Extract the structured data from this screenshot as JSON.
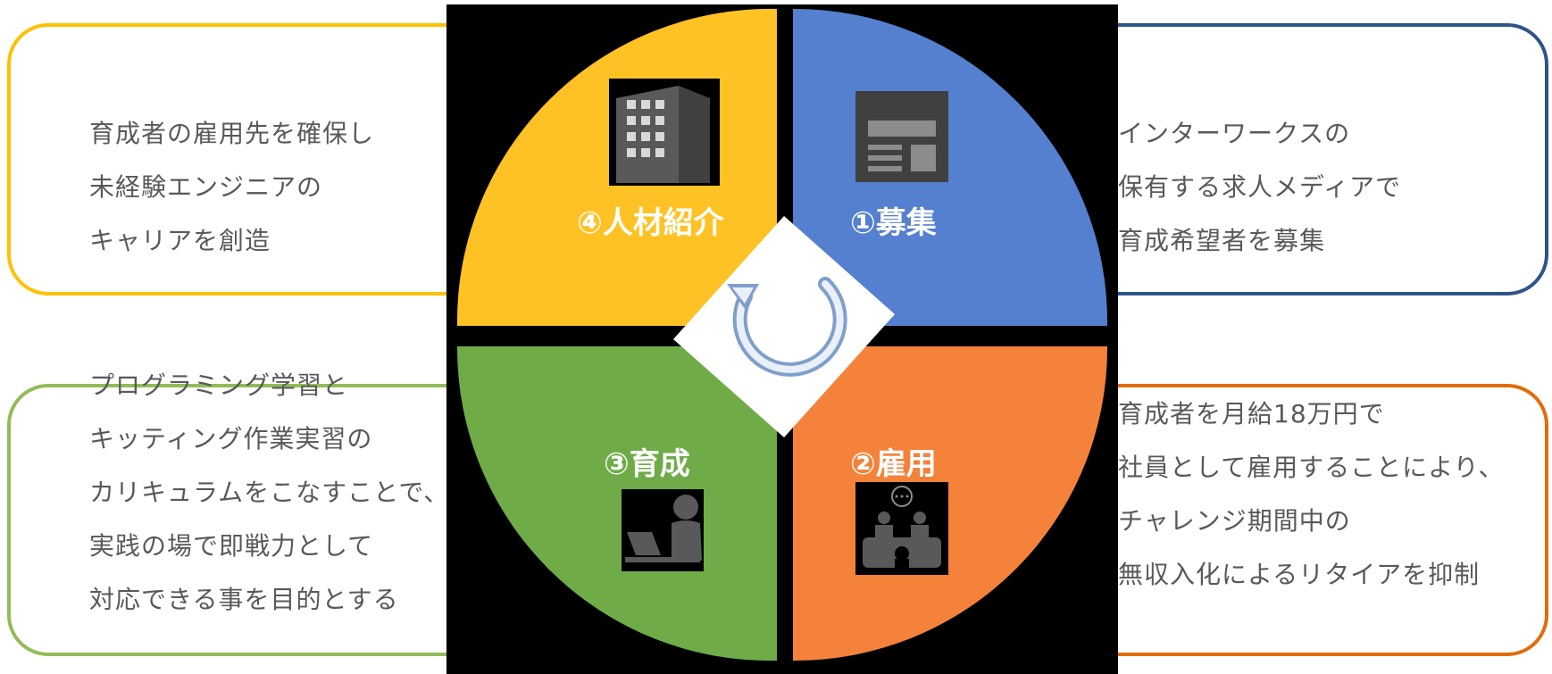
{
  "steps": [
    {
      "id": "recruit",
      "label": "①募集",
      "color": "#5580CF",
      "icon": "newspaper-icon",
      "lines": [
        "インターワークスの",
        "保有する求人メディアで",
        "育成希望者を募集"
      ],
      "border": "#2E548A"
    },
    {
      "id": "employ",
      "label": "②雇用",
      "color": "#F4823A",
      "icon": "meeting-icon",
      "lines": [
        "育成者を月給18万円で",
        "社員として雇用することにより、",
        "チャレンジ期間中の",
        "無収入化によるリタイアを抑制"
      ],
      "border": "#E36C09"
    },
    {
      "id": "train",
      "label": "③育成",
      "color": "#6FAC47",
      "icon": "laptop-user-icon",
      "lines": [
        "プログラミング学習と",
        "キッティング作業実習の",
        "カリキュラムをこなすことで、",
        "実践の場で即戦力として",
        "対応できる事を目的とする"
      ],
      "border": "#92BC56"
    },
    {
      "id": "placement",
      "label": "④人材紹介",
      "color": "#FFC224",
      "icon": "building-icon",
      "lines": [
        "育成者の雇用先を確保し",
        "未経験エンジニアの",
        "キャリアを創造"
      ],
      "border": "#FFC000"
    }
  ],
  "center_icon": "cycle-arrow-icon"
}
